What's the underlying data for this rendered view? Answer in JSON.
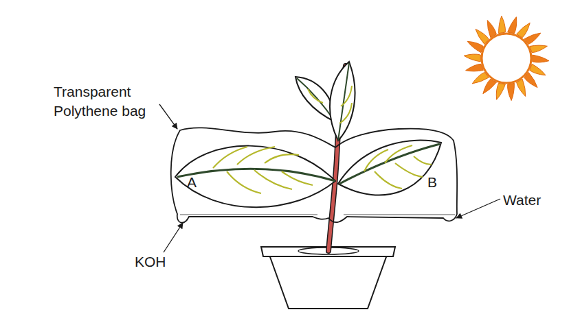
{
  "diagram": {
    "labels": [
      "Transparent Polythene bag",
      "A",
      "B",
      "KOH",
      "Water"
    ]
  }
}
